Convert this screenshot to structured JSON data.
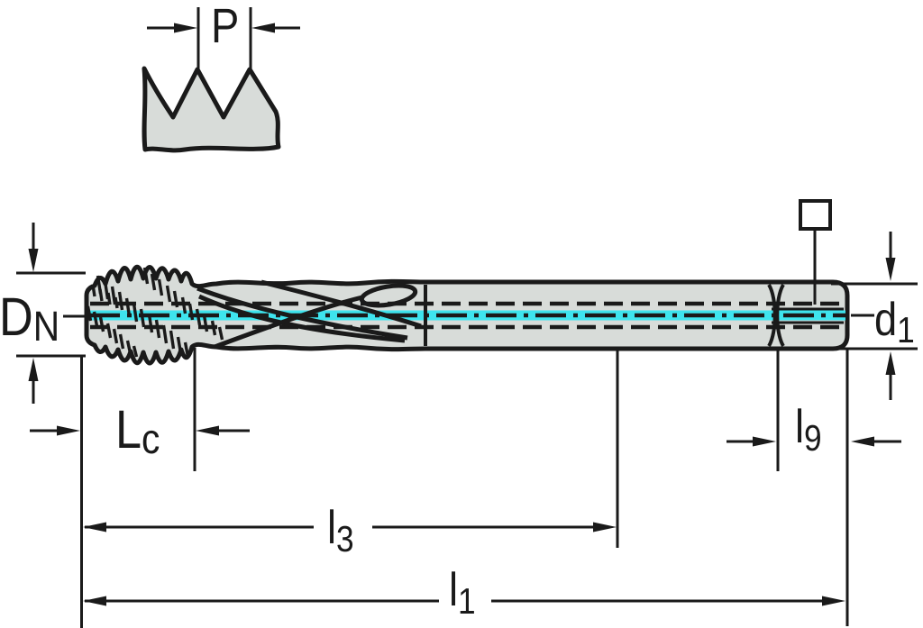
{
  "diagram": {
    "title": "machine-tap-dimension-drawing",
    "labels": {
      "p": {
        "main": "P",
        "sub": ""
      },
      "dn": {
        "main": "D",
        "sub": "N"
      },
      "lc": {
        "main": "L",
        "sub": "c"
      },
      "l3": {
        "main": "l",
        "sub": "3"
      },
      "l1": {
        "main": "l",
        "sub": "1"
      },
      "l9": {
        "main": "l",
        "sub": "9"
      },
      "d1": {
        "main": "d",
        "sub": "1"
      }
    },
    "colors": {
      "outline": "#1a1a1a",
      "fill": "#d8dcd9",
      "centerline": "#3ee4ee",
      "background": "#ffffff"
    }
  }
}
